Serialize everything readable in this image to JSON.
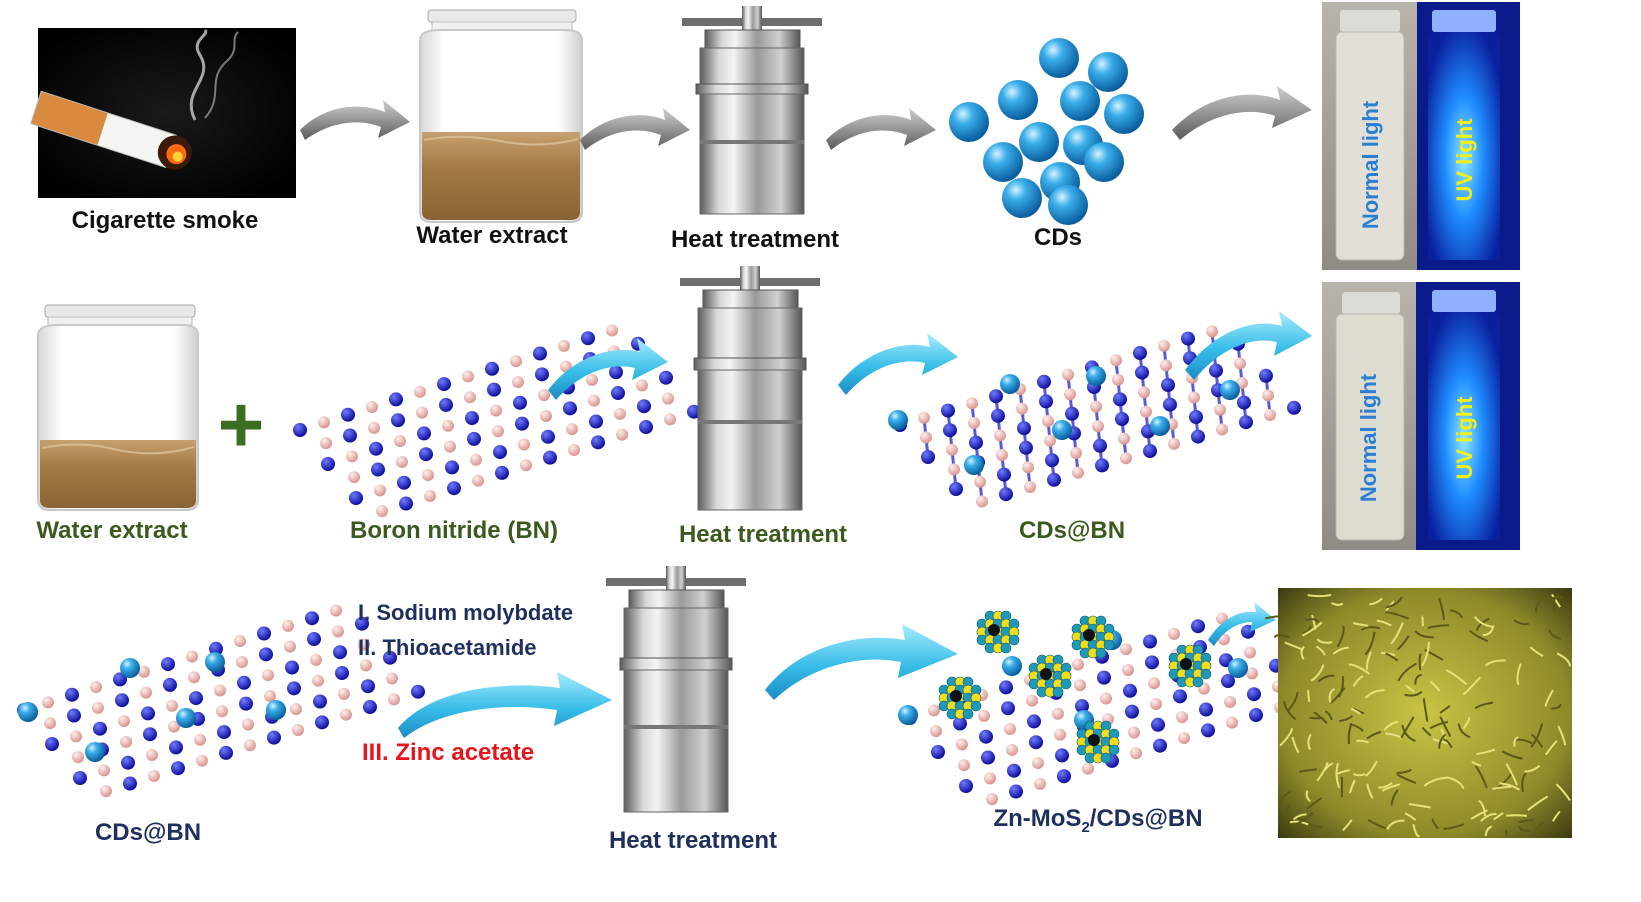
{
  "row1": {
    "labels": {
      "cigarette": "Cigarette smoke",
      "water_extract": "Water extract",
      "heat": "Heat treatment",
      "cds": "CDs"
    },
    "photo": {
      "normal": "Normal light",
      "uv": "UV light"
    }
  },
  "row2": {
    "labels": {
      "water_extract": "Water extract",
      "plus": "+",
      "bn": "Boron nitride (BN)",
      "heat": "Heat treatment",
      "cds_bn": "CDs@BN"
    },
    "photo": {
      "normal": "Normal light",
      "uv": "UV light"
    }
  },
  "row3": {
    "labels": {
      "cds_bn": "CDs@BN",
      "heat": "Heat treatment",
      "product_prefix": "Zn-MoS",
      "product_sub": "2",
      "product_suffix": "/CDs@BN"
    },
    "reagents": {
      "r1": "I. Sodium molybdate",
      "r2": "II. Thioacetamide",
      "r3": "III. Zinc acetate"
    }
  },
  "colors": {
    "text_black": "#111111",
    "text_green": "#3b5a1e",
    "text_navy": "#1f2f5e",
    "text_red": "#e8141b",
    "boron": "#1c1cc8",
    "nitrogen": "#e8aaa6",
    "cd_blue": "#1a8fd6",
    "arrow_grey": "#8c8c8c",
    "arrow_cyan": "#38bde8",
    "uv_glow": "#1e7bff",
    "uv_text": "#f2ee1a",
    "normal_text": "#2a7fd4",
    "sem_yellow": "#b8b43a",
    "plus_green": "#3b6e22"
  }
}
